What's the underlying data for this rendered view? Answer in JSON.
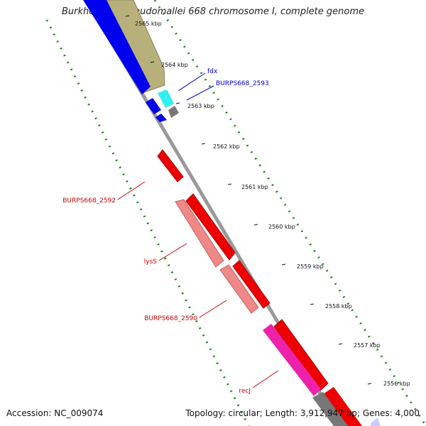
{
  "title": "Burkholderia pseudomallei 668 chromosome I, complete genome",
  "footer": {
    "accession": "Accession: NC_009074",
    "topology": "Topology: circular; Length: 3,912,947 bp; Genes: 4,000"
  },
  "ticks": [
    "2565 kbp",
    "2564 kbp",
    "2563 kbp",
    "2562 kbp",
    "2561 kbp",
    "2560 kbp",
    "2559 kbp",
    "2558 kbp",
    "2557 kbp",
    "2556 kbp"
  ],
  "genes": [
    {
      "label": "fdx",
      "color": "#0000cc"
    },
    {
      "label": "BURPS668_2593",
      "color": "#0000cc"
    },
    {
      "label": "BURPS668_2592",
      "color": "#cc0000"
    },
    {
      "label": "lysS",
      "color": "#cc0000"
    },
    {
      "label": "BURPS668_2590",
      "color": "#cc0000"
    },
    {
      "label": "recJ",
      "color": "#cc0000"
    }
  ],
  "colors": {
    "backbone": "#999999",
    "tick_marks": "#1a8a1a",
    "forward_blue": "#0000ee",
    "forward_olive": "#b8b07a",
    "cyan": "#33eeee",
    "red": "#ee0000",
    "pink": "#f08888",
    "magenta": "#ee22aa",
    "gray": "#777777",
    "lavender": "#ccccff"
  }
}
